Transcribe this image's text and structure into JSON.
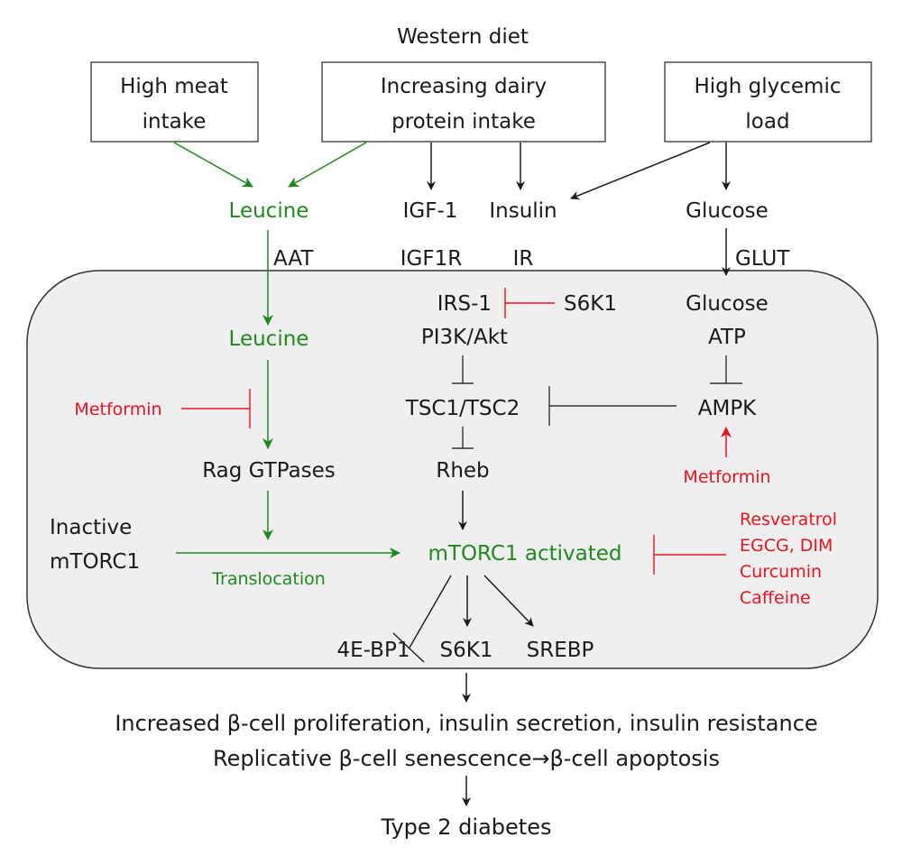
{
  "colors": {
    "activation_green": "#1e8a1e",
    "inhibitor_red": "#e8141e",
    "text_black": "#1a1a1a",
    "cell_fill": "#efefef"
  },
  "title": "Western diet",
  "sources": {
    "meat": [
      "High meat",
      "intake"
    ],
    "dairy": [
      "Increasing dairy",
      "protein intake"
    ],
    "glycemic": [
      "High glycemic",
      "load"
    ]
  },
  "extracellular": {
    "leucine": "Leucine",
    "igf1": "IGF-1",
    "insulin": "Insulin",
    "glucose": "Glucose"
  },
  "receptors": {
    "aat": "AAT",
    "igf1r": "IGF1R",
    "ir": "IR",
    "glut": "GLUT"
  },
  "cell": {
    "leucine": "Leucine",
    "irs1": "IRS-1",
    "s6k1_feedback": "S6K1",
    "pi3k_akt": "PI3K/Akt",
    "glucose": "Glucose",
    "atp": "ATP",
    "metformin_left": "Metformin",
    "tsc": "TSC1/TSC2",
    "ampk": "AMPK",
    "rag": "Rag GTPases",
    "rheb": "Rheb",
    "metformin_right": "Metformin",
    "inactive_mtorc1": [
      "Inactive",
      "mTORC1"
    ],
    "translocation": "Translocation",
    "mtorc1_active": "mTORC1 activated",
    "inhibitors": [
      "Resveratrol",
      "EGCG, DIM",
      "Curcumin",
      "Caffeine"
    ],
    "targets": {
      "eb4p1": "4E-BP1",
      "s6k1": "S6K1",
      "srebp": "SREBP"
    }
  },
  "outcomes": {
    "line1": "Increased β-cell proliferation, insulin secretion, insulin resistance",
    "line2": "Replicative β-cell senescence→β-cell apoptosis",
    "final": "Type 2 diabetes"
  }
}
